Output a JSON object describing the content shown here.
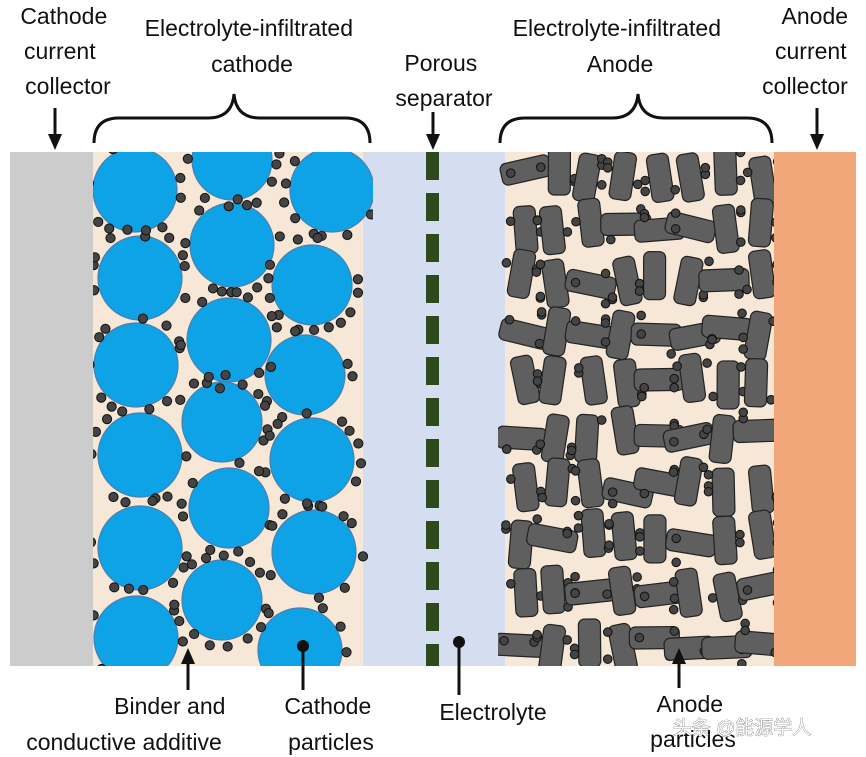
{
  "labels": {
    "cathode_collector": [
      "Cathode",
      "current",
      "collector"
    ],
    "cathode": [
      "Electrolyte-infiltrated",
      "cathode"
    ],
    "separator": [
      "Porous",
      "separator"
    ],
    "anode": [
      "Electrolyte-infiltrated",
      "Anode"
    ],
    "anode_collector": [
      "Anode",
      "current",
      "collector"
    ],
    "binder": [
      "Binder and",
      "conductive additive"
    ],
    "cathode_particles": [
      "Cathode",
      "particles"
    ],
    "electrolyte": "Electrolyte",
    "anode_particles": [
      "Anode",
      "particles"
    ]
  },
  "watermark": "头条 @能源学人",
  "colors": {
    "cathode_collector": "#cccccc",
    "electrolyte": "#d5ddf0",
    "cathode_binder_bg": "#f6e7d6",
    "cathode_particle": "#0ea2e6",
    "cathode_particle_edge": "#4a7fb0",
    "additive_particle": "#444444",
    "additive_edge": "#111111",
    "separator": "#2d4a1c",
    "anode_particle": "#5f5f5f",
    "anode_particle_edge": "#222222",
    "anode_collector": "#f1a77a"
  },
  "icons": {
    "pointer": "arrow-down-icon",
    "bracket": "curly-brace-icon"
  }
}
